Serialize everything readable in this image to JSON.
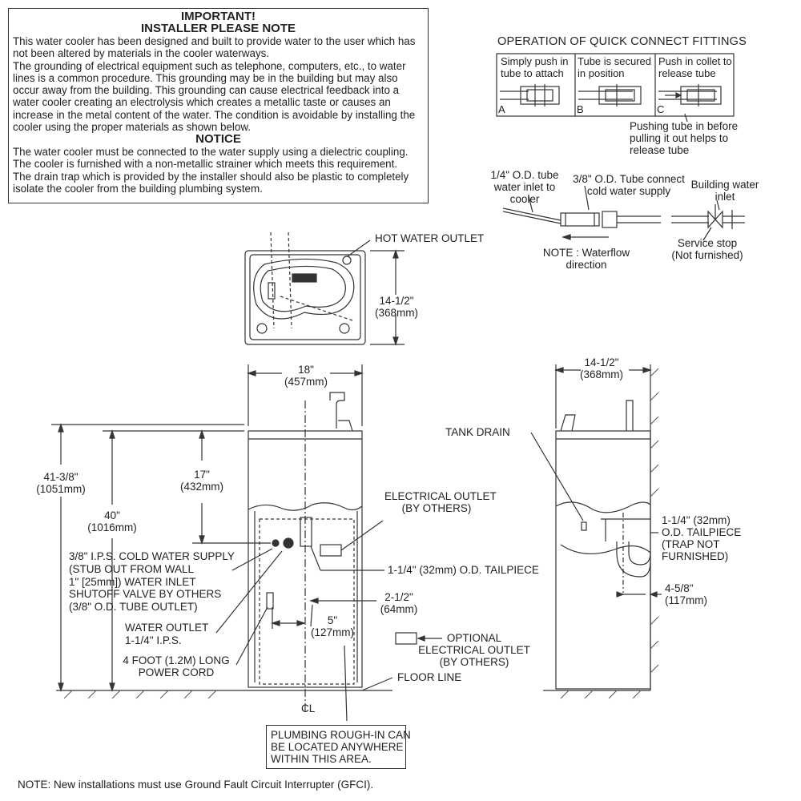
{
  "notice": {
    "title1": "IMPORTANT!",
    "title2": "INSTALLER PLEASE NOTE",
    "para1": [
      "This water cooler has been designed and built to provide water to the user which has",
      "not been altered by materials in the cooler waterways.",
      "The grounding of electrical equipment such as telephone, computers, etc., to water",
      "lines is a common procedure. This grounding may be in the building but may also",
      "occur away from the building. This grounding can cause electrical feedback into a",
      "water cooler creating an electrolysis which creates a metallic taste or causes an",
      "increase in the metal content of the water. The condition is avoidable by installing the",
      "cooler using the proper materials as shown below."
    ],
    "title3": "NOTICE",
    "para2": [
      "The water cooler must be connected to the water supply using a dielectric coupling.",
      "The cooler is furnished with a non-metallic strainer which meets this requirement.",
      "The drain trap which is provided by the installer should also be plastic to completely",
      "isolate the cooler from the building plumbing system."
    ]
  },
  "quick_connect": {
    "title": "OPERATION OF QUICK CONNECT FITTINGS",
    "cells": [
      {
        "text": [
          "Simply push in",
          "tube to attach"
        ],
        "letter": "A"
      },
      {
        "text": [
          "Tube is secured",
          "in position"
        ],
        "letter": "B"
      },
      {
        "text": [
          "Push in collet to",
          "release tube"
        ],
        "letter": "C"
      }
    ],
    "note": [
      "Pushing tube in before",
      "pulling it out helps to",
      "release tube"
    ]
  },
  "tube_diagram": {
    "inlet_label": [
      "1/4\" O.D. tube",
      "water inlet to",
      "cooler"
    ],
    "connect_label": [
      "3/8\" O.D. Tube connect",
      "cold water supply"
    ],
    "building_label": [
      "Building water",
      "inlet"
    ],
    "stop_label": [
      "Service stop",
      "(Not furnished)"
    ],
    "flow_label": [
      "NOTE : Waterflow",
      "direction"
    ]
  },
  "top_view": {
    "hot_outlet": "HOT WATER OUTLET",
    "depth": [
      "14-1/2\"",
      "(368mm)"
    ]
  },
  "front_view": {
    "width": [
      "18\"",
      "(457mm)"
    ],
    "overall_height": [
      "41-3/8\"",
      "(1051mm)"
    ],
    "height_40": [
      "40\"",
      "(1016mm)"
    ],
    "height_17": [
      "17\"",
      "(432mm)"
    ],
    "cold_supply": [
      "3/8\" I.P.S. COLD WATER SUPPLY",
      "(STUB OUT FROM WALL",
      "1\" [25mm]) WATER INLET",
      "SHUTOFF VALVE BY OTHERS",
      "(3/8\" O.D. TUBE OUTLET)"
    ],
    "water_outlet": [
      "WATER OUTLET",
      "1-1/4\" I.P.S."
    ],
    "power_cord": [
      "4 FOOT (1.2M) LONG",
      "POWER CORD"
    ],
    "elec_outlet": [
      "ELECTRICAL OUTLET",
      "(BY OTHERS)"
    ],
    "tailpiece": "1-1/4\" (32mm) O.D. TAILPIECE",
    "dim_2_5": [
      "2-1/2\"",
      "(64mm)"
    ],
    "dim_5": [
      "5\"",
      "(127mm)"
    ],
    "opt_outlet": [
      "OPTIONAL",
      "ELECTRICAL OUTLET",
      "(BY OTHERS)"
    ],
    "floor_line": "FLOOR LINE",
    "centerline": "CL",
    "plumbing_note": [
      "PLUMBING ROUGH-IN CAN",
      "BE LOCATED ANYWHERE",
      "WITHIN THIS AREA."
    ]
  },
  "side_view": {
    "depth": [
      "14-1/2\"",
      "(368mm)"
    ],
    "tank_drain": "TANK DRAIN",
    "tailpiece": [
      "1-1/4\" (32mm)",
      "O.D. TAILPIECE",
      "(TRAP NOT",
      "FURNISHED)"
    ],
    "dim_4_5_8": [
      "4-5/8\"",
      "(117mm)"
    ]
  },
  "footer_note": "NOTE: New installations must use Ground Fault Circuit Interrupter (GFCI)."
}
